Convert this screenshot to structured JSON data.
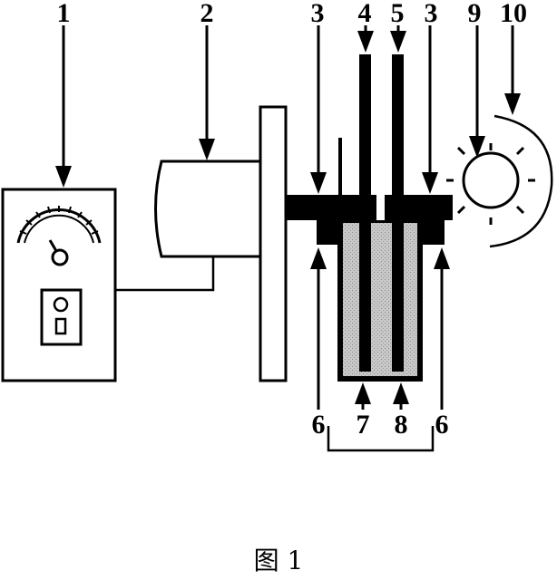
{
  "labels": {
    "l1": "1",
    "l2": "2",
    "l3a": "3",
    "l4": "4",
    "l5": "5",
    "l3b": "3",
    "l9": "9",
    "l10": "10",
    "l6a": "6",
    "l7": "7",
    "l8": "8",
    "l6b": "6"
  },
  "caption": "图 1",
  "colors": {
    "ink": "#000000",
    "paper": "#ffffff",
    "electrolyte": "#bdbdbd"
  }
}
